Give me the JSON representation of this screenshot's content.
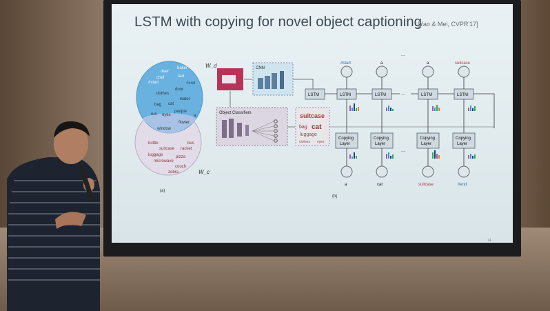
{
  "slide": {
    "title": "LSTM with copying for novel object captioning",
    "citation": "[Yao & Mei, CVPR'17]",
    "page_number": "14"
  },
  "venn": {
    "label_top": "W_d",
    "label_bottom": "W_c",
    "caption": "(a)",
    "top_words": [
      "baker",
      "deer",
      "taxi",
      "chef",
      "#start",
      "#end",
      "clothes",
      "door",
      "water",
      "bag",
      "cat",
      "people",
      "run",
      "eyes",
      "a"
    ],
    "overlap_words": [
      "flower",
      "window"
    ],
    "bottom_words": [
      "bottle",
      "bus",
      "suitcase",
      "racket",
      "luggage",
      "pizza",
      "microwave",
      "couch",
      "zebra"
    ]
  },
  "diagram": {
    "cnn_label": "CNN",
    "object_classifiers_label": "Object Classifiers",
    "classifier_words": [
      "suitcase",
      "bag",
      "cat",
      "luggage",
      "clothes",
      "eyes"
    ],
    "lstm_label": "LSTM",
    "ellipsis": "...",
    "copying_layer_label": [
      "Copying",
      "Layer"
    ],
    "inputs": [
      "#start",
      "a",
      "a",
      "suitcase"
    ],
    "outputs": [
      "a",
      "cat",
      "suitcase",
      "#end"
    ],
    "caption": "(b)"
  },
  "colors": {
    "slide_bg": "#e4eef1",
    "venn_top": "#5aa9dc",
    "venn_bottom": "#d7cfe0",
    "red_word": "#b23a3a",
    "blue_word": "#2f6fb0"
  }
}
